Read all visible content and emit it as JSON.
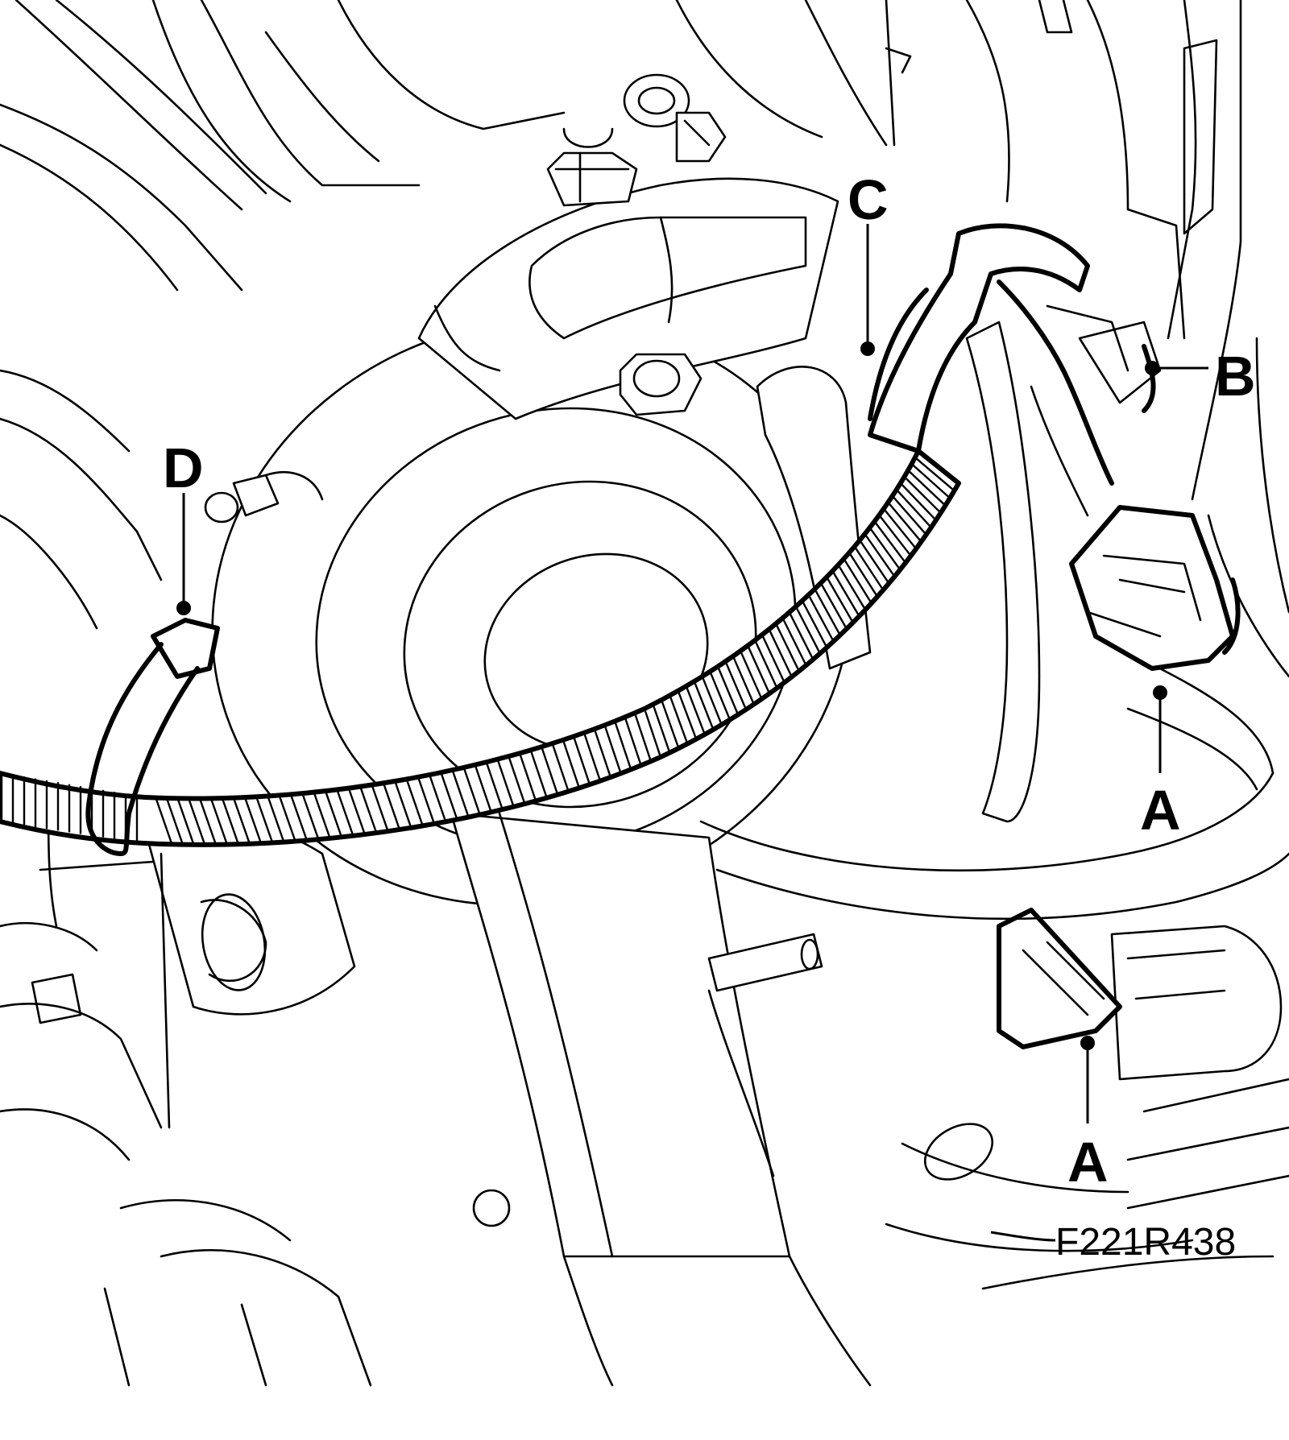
{
  "callouts": {
    "a1": "A",
    "a2": "A",
    "b": "B",
    "c": "C",
    "d": "D"
  },
  "figure_ref": "F221R438"
}
